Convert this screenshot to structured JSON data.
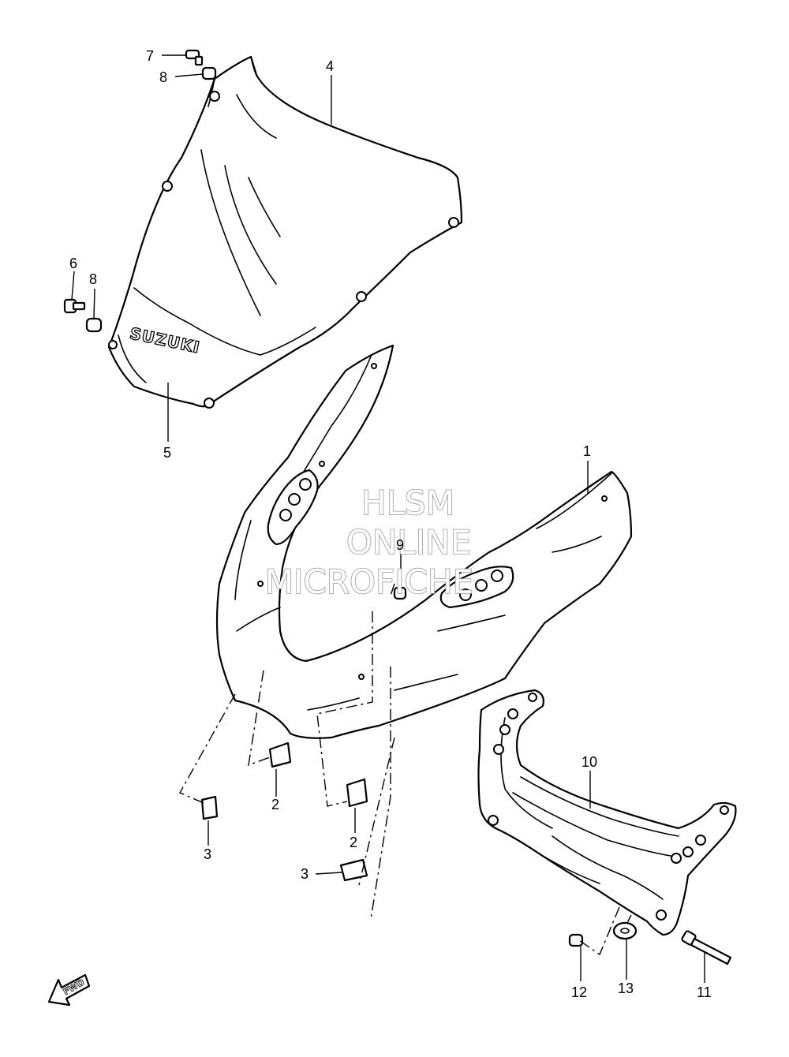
{
  "callouts": {
    "c1": "1",
    "c2a": "2",
    "c2b": "2",
    "c3a": "3",
    "c3b": "3",
    "c4": "4",
    "c5": "5",
    "c6": "6",
    "c7": "7",
    "c8a": "8",
    "c8b": "8",
    "c9": "9",
    "c10": "10",
    "c11": "11",
    "c12": "12",
    "c13": "13"
  },
  "watermark": {
    "line1": "HLSM",
    "line2": "ONLINE",
    "line3": "MICROFICHE"
  },
  "windscreen_logo": "SUZUKI",
  "fwd_label": "FWD",
  "icons": {
    "fwd": "forward-arrow-icon"
  }
}
